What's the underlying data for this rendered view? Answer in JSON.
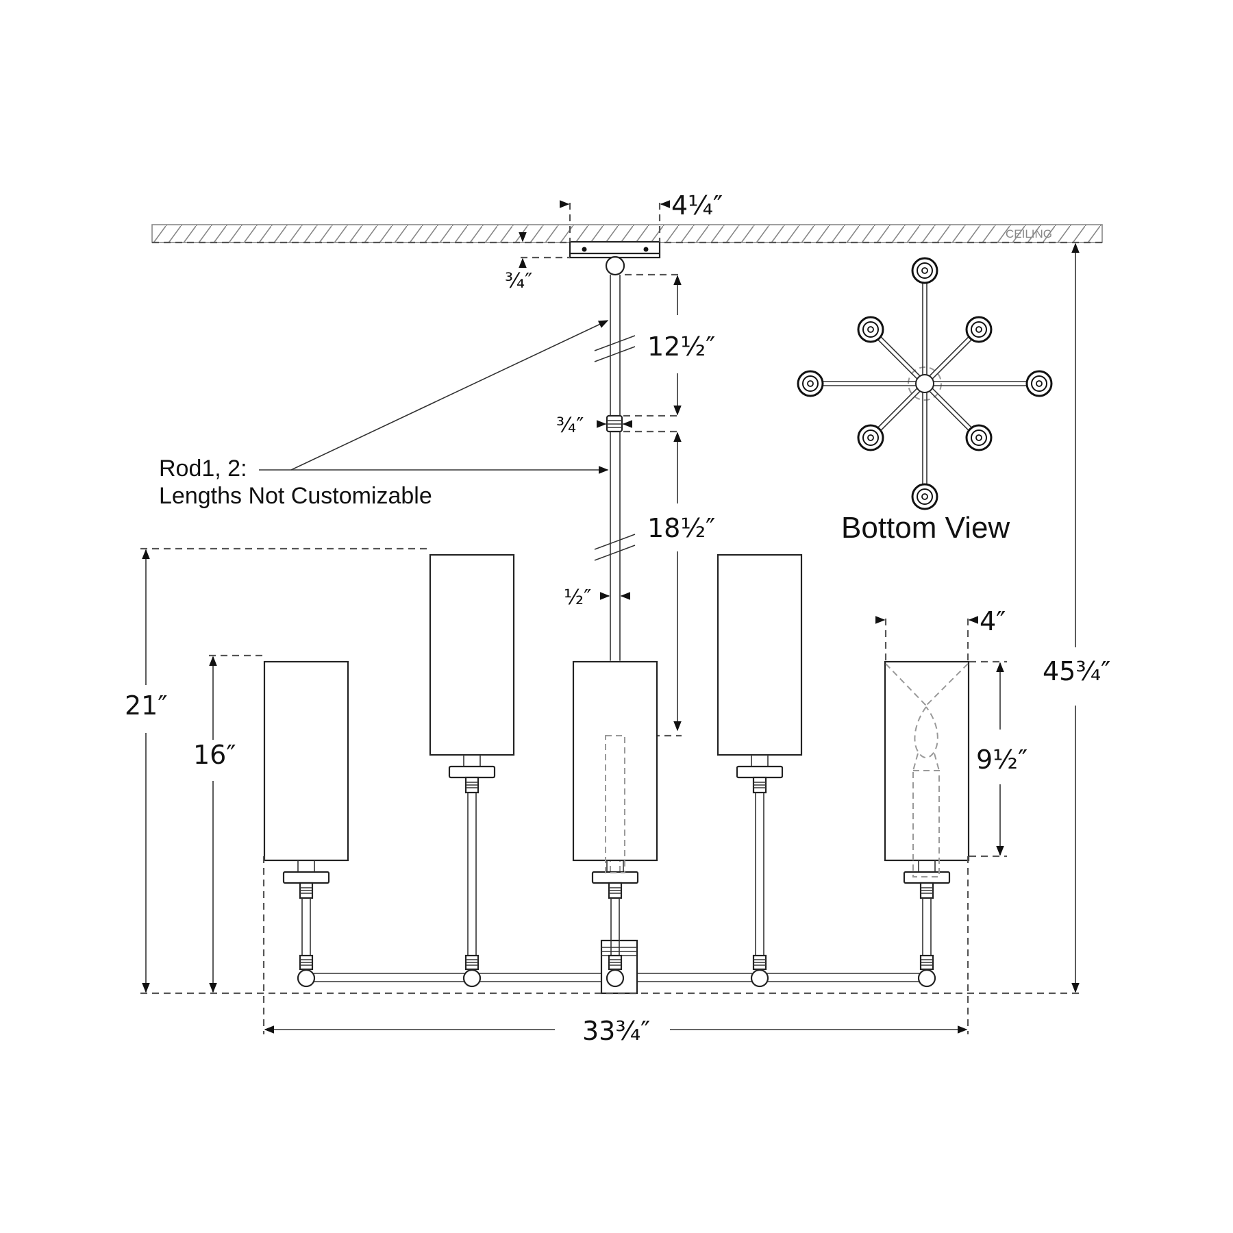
{
  "diagram": {
    "ceiling_label": "CEILING",
    "bottom_view_label": "Bottom View",
    "note": {
      "line1": "Rod1, 2:",
      "line2": "Lengths Not Customizable"
    },
    "dimensions": {
      "canopy_width": "4¼″",
      "canopy_height": "¾″",
      "rod1_length": "12½″",
      "coupler_height": "¾″",
      "rod2_length": "18½″",
      "rod_diameter": "½″",
      "shade_width": "4″",
      "shade_height": "9½″",
      "overall_height": "45¾″",
      "fixture_height_tall": "21″",
      "fixture_height_short": "16″",
      "overall_width": "33¾″"
    },
    "colors": {
      "line": "#222222",
      "hidden_line": "#999999",
      "background": "#ffffff"
    }
  }
}
